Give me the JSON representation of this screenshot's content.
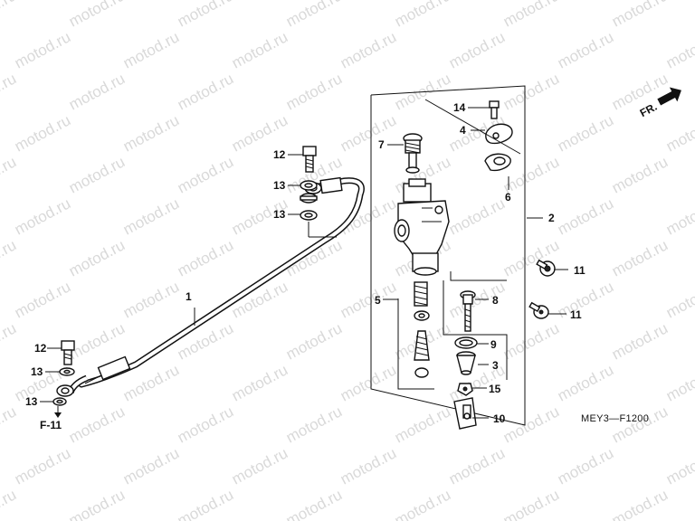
{
  "watermark": "motod.ru",
  "diagram_code": "MEY3—F1200",
  "direction_label": "FR.",
  "reference_label": "F-11",
  "callouts": [
    {
      "id": "c1",
      "label": "1"
    },
    {
      "id": "c2",
      "label": "2"
    },
    {
      "id": "c3",
      "label": "3"
    },
    {
      "id": "c4",
      "label": "4"
    },
    {
      "id": "c5",
      "label": "5"
    },
    {
      "id": "c6",
      "label": "6"
    },
    {
      "id": "c7",
      "label": "7"
    },
    {
      "id": "c8",
      "label": "8"
    },
    {
      "id": "c9",
      "label": "9"
    },
    {
      "id": "c10",
      "label": "10"
    },
    {
      "id": "c11a",
      "label": "11"
    },
    {
      "id": "c11b",
      "label": "11"
    },
    {
      "id": "c12a",
      "label": "12"
    },
    {
      "id": "c12b",
      "label": "12"
    },
    {
      "id": "c13a",
      "label": "13"
    },
    {
      "id": "c13b",
      "label": "13"
    },
    {
      "id": "c13c",
      "label": "13"
    },
    {
      "id": "c13d",
      "label": "13"
    },
    {
      "id": "c14",
      "label": "14"
    },
    {
      "id": "c15",
      "label": "15"
    }
  ],
  "icons": {
    "direction_arrow": "arrow-right-icon"
  }
}
